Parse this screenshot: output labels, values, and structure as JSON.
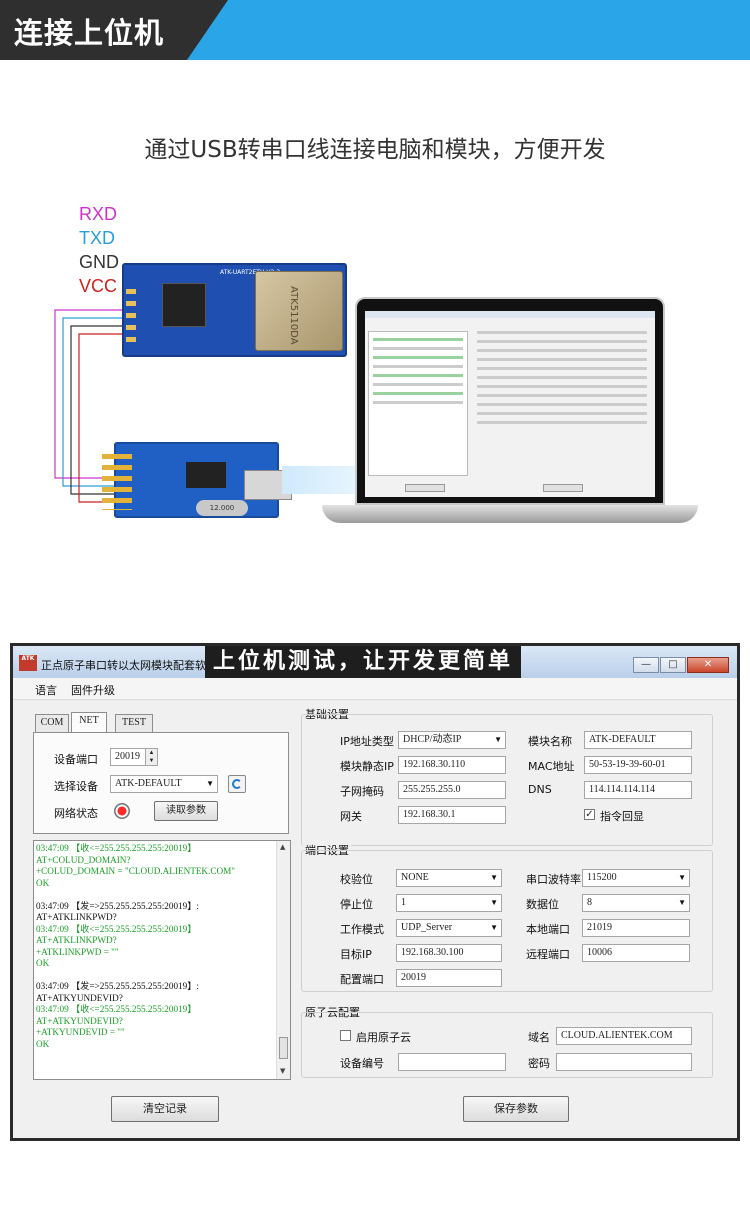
{
  "banner": {
    "title": "连接上位机"
  },
  "subtitle": "通过USB转串口线连接电脑和模块，方便开发",
  "wiring": {
    "pins": [
      {
        "label": "RXD",
        "color": "#cc33cc"
      },
      {
        "label": "TXD",
        "color": "#2b9ddd"
      },
      {
        "label": "GND",
        "color": "#333333"
      },
      {
        "label": "VCC",
        "color": "#cc2222"
      }
    ],
    "eth_board_label": "ATK-UART2ETH V2.3",
    "eth_jack_text": "ATK5110DA",
    "crystal_text": "12.000"
  },
  "app": {
    "logo_text": "ATK",
    "window_title": "正点原子串口转以太网模块配套软件",
    "overlay_title": "上位机测试，让开发更简单",
    "menu": [
      "语言",
      "固件升级"
    ],
    "tabs": [
      "COM",
      "NET",
      "TEST"
    ],
    "net": {
      "port_label": "设备端口",
      "port_value": "20019",
      "device_label": "选择设备",
      "device_value": "ATK-DEFAULT",
      "status_label": "网络状态",
      "read_button": "读取参数"
    },
    "log": [
      {
        "text": "03:47:09 【收<=255.255.255.255:20019】",
        "color": "green"
      },
      {
        "text": "AT+COLUD_DOMAIN?",
        "color": "green"
      },
      {
        "text": "+COLUD_DOMAIN = \"CLOUD.ALIENTEK.COM\"",
        "color": "green"
      },
      {
        "text": "OK",
        "color": "green"
      },
      {
        "text": "",
        "color": "black"
      },
      {
        "text": "03:47:09 【发=>255.255.255.255:20019】:",
        "color": "black"
      },
      {
        "text": "AT+ATKLINKPWD?",
        "color": "black"
      },
      {
        "text": "03:47:09 【收<=255.255.255.255:20019】",
        "color": "green"
      },
      {
        "text": "AT+ATKLINKPWD?",
        "color": "green"
      },
      {
        "text": "+ATKLINKPWD = \"\"",
        "color": "green"
      },
      {
        "text": "OK",
        "color": "green"
      },
      {
        "text": "",
        "color": "black"
      },
      {
        "text": "03:47:09 【发=>255.255.255.255:20019】:",
        "color": "black"
      },
      {
        "text": "AT+ATKYUNDEVID?",
        "color": "black"
      },
      {
        "text": "03:47:09 【收<=255.255.255.255:20019】",
        "color": "green"
      },
      {
        "text": "AT+ATKYUNDEVID?",
        "color": "green"
      },
      {
        "text": "+ATKYUNDEVID = \"\"",
        "color": "green"
      },
      {
        "text": "OK",
        "color": "green"
      }
    ],
    "basic": {
      "title": "基础设置",
      "ip_type_label": "IP地址类型",
      "ip_type_value": "DHCP/动态IP",
      "module_name_label": "模块名称",
      "module_name_value": "ATK-DEFAULT",
      "static_ip_label": "模块静态IP",
      "static_ip_value": "192.168.30.110",
      "mac_label": "MAC地址",
      "mac_value": "50-53-19-39-60-01",
      "mask_label": "子网掩码",
      "mask_value": "255.255.255.0",
      "dns_label": "DNS",
      "dns_value": "114.114.114.114",
      "gateway_label": "网关",
      "gateway_value": "192.168.30.1",
      "echo_label": "指令回显",
      "echo_checked": true
    },
    "port": {
      "title": "端口设置",
      "parity_label": "校验位",
      "parity_value": "NONE",
      "baud_label": "串口波特率",
      "baud_value": "115200",
      "stop_label": "停止位",
      "stop_value": "1",
      "data_label": "数据位",
      "data_value": "8",
      "mode_label": "工作模式",
      "mode_value": "UDP_Server",
      "local_port_label": "本地端口",
      "local_port_value": "21019",
      "target_ip_label": "目标IP",
      "target_ip_value": "192.168.30.100",
      "remote_port_label": "远程端口",
      "remote_port_value": "10006",
      "config_port_label": "配置端口",
      "config_port_value": "20019"
    },
    "cloud": {
      "title": "原子云配置",
      "enable_label": "启用原子云",
      "enable_checked": false,
      "domain_label": "域名",
      "domain_value": "CLOUD.ALIENTEK.COM",
      "device_no_label": "设备编号",
      "device_no_value": "",
      "password_label": "密码",
      "password_value": ""
    },
    "buttons": {
      "clear": "清空记录",
      "save": "保存参数"
    }
  }
}
